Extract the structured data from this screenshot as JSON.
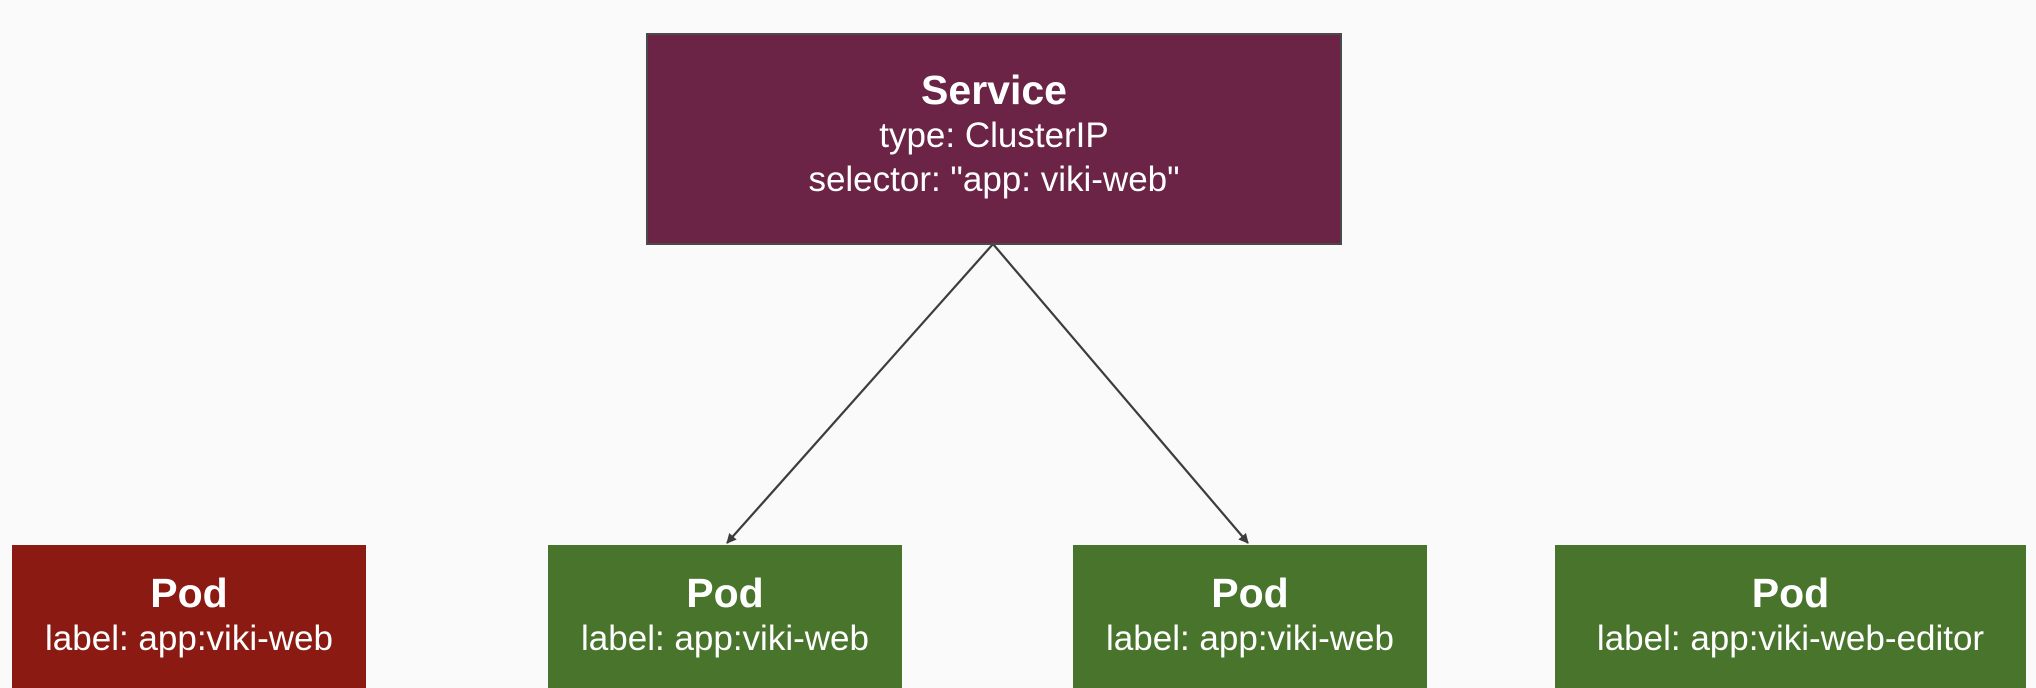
{
  "colors": {
    "background": "#fafafa",
    "service": "#6b2346",
    "pod_unmatched": "#8b1a13",
    "pod_matched": "#48742c",
    "edge": "#3c3c3c"
  },
  "service": {
    "title": "Service",
    "type": "type: ClusterIP",
    "selector": "selector: \"app: viki-web\""
  },
  "pods": [
    {
      "title": "Pod",
      "label": "label: app:viki-web",
      "status": "unmatched"
    },
    {
      "title": "Pod",
      "label": "label: app:viki-web",
      "status": "matched"
    },
    {
      "title": "Pod",
      "label": "label: app:viki-web",
      "status": "matched"
    },
    {
      "title": "Pod",
      "label": "label: app:viki-web-editor",
      "status": "matched"
    }
  ],
  "edges": [
    {
      "from": "service",
      "to": "pod-2"
    },
    {
      "from": "service",
      "to": "pod-3"
    }
  ]
}
